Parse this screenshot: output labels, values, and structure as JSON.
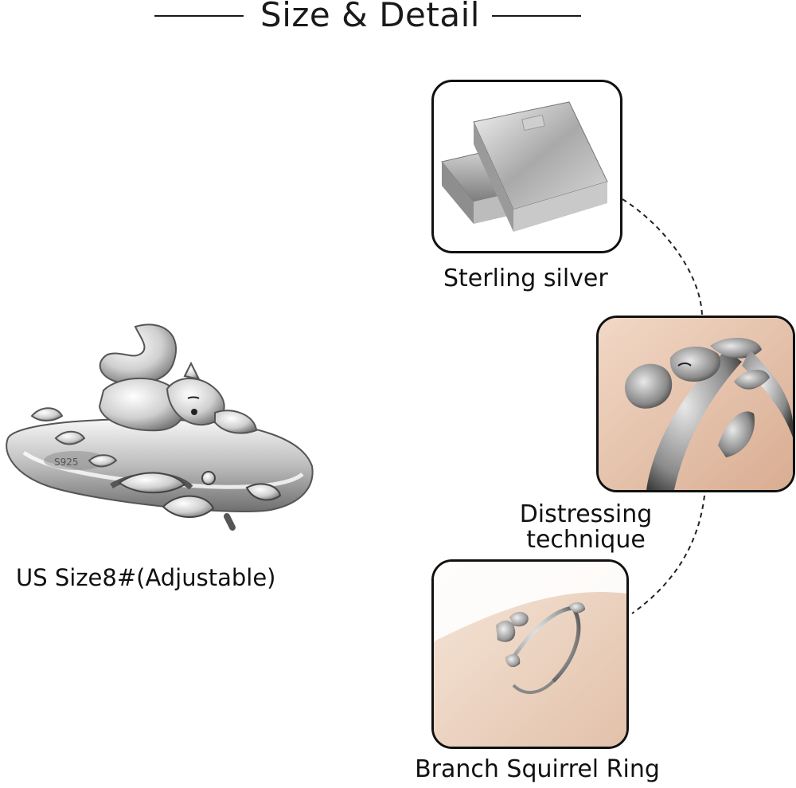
{
  "header": {
    "title": "Size & Detail"
  },
  "size_label": "US Size8#(Adjustable)",
  "ring_stamp": "S925",
  "features": [
    {
      "caption": "Sterling silver",
      "icon": "silver-bars-icon"
    },
    {
      "caption_line1": "Distressing",
      "caption_line2": "technique",
      "icon": "ring-closeup-photo"
    },
    {
      "caption": "Branch Squirrel Ring",
      "icon": "ring-on-finger-photo"
    }
  ],
  "colors": {
    "line": "#1a1a1a",
    "silver": "#c8c8c8",
    "skin": "#e9c9b2"
  }
}
